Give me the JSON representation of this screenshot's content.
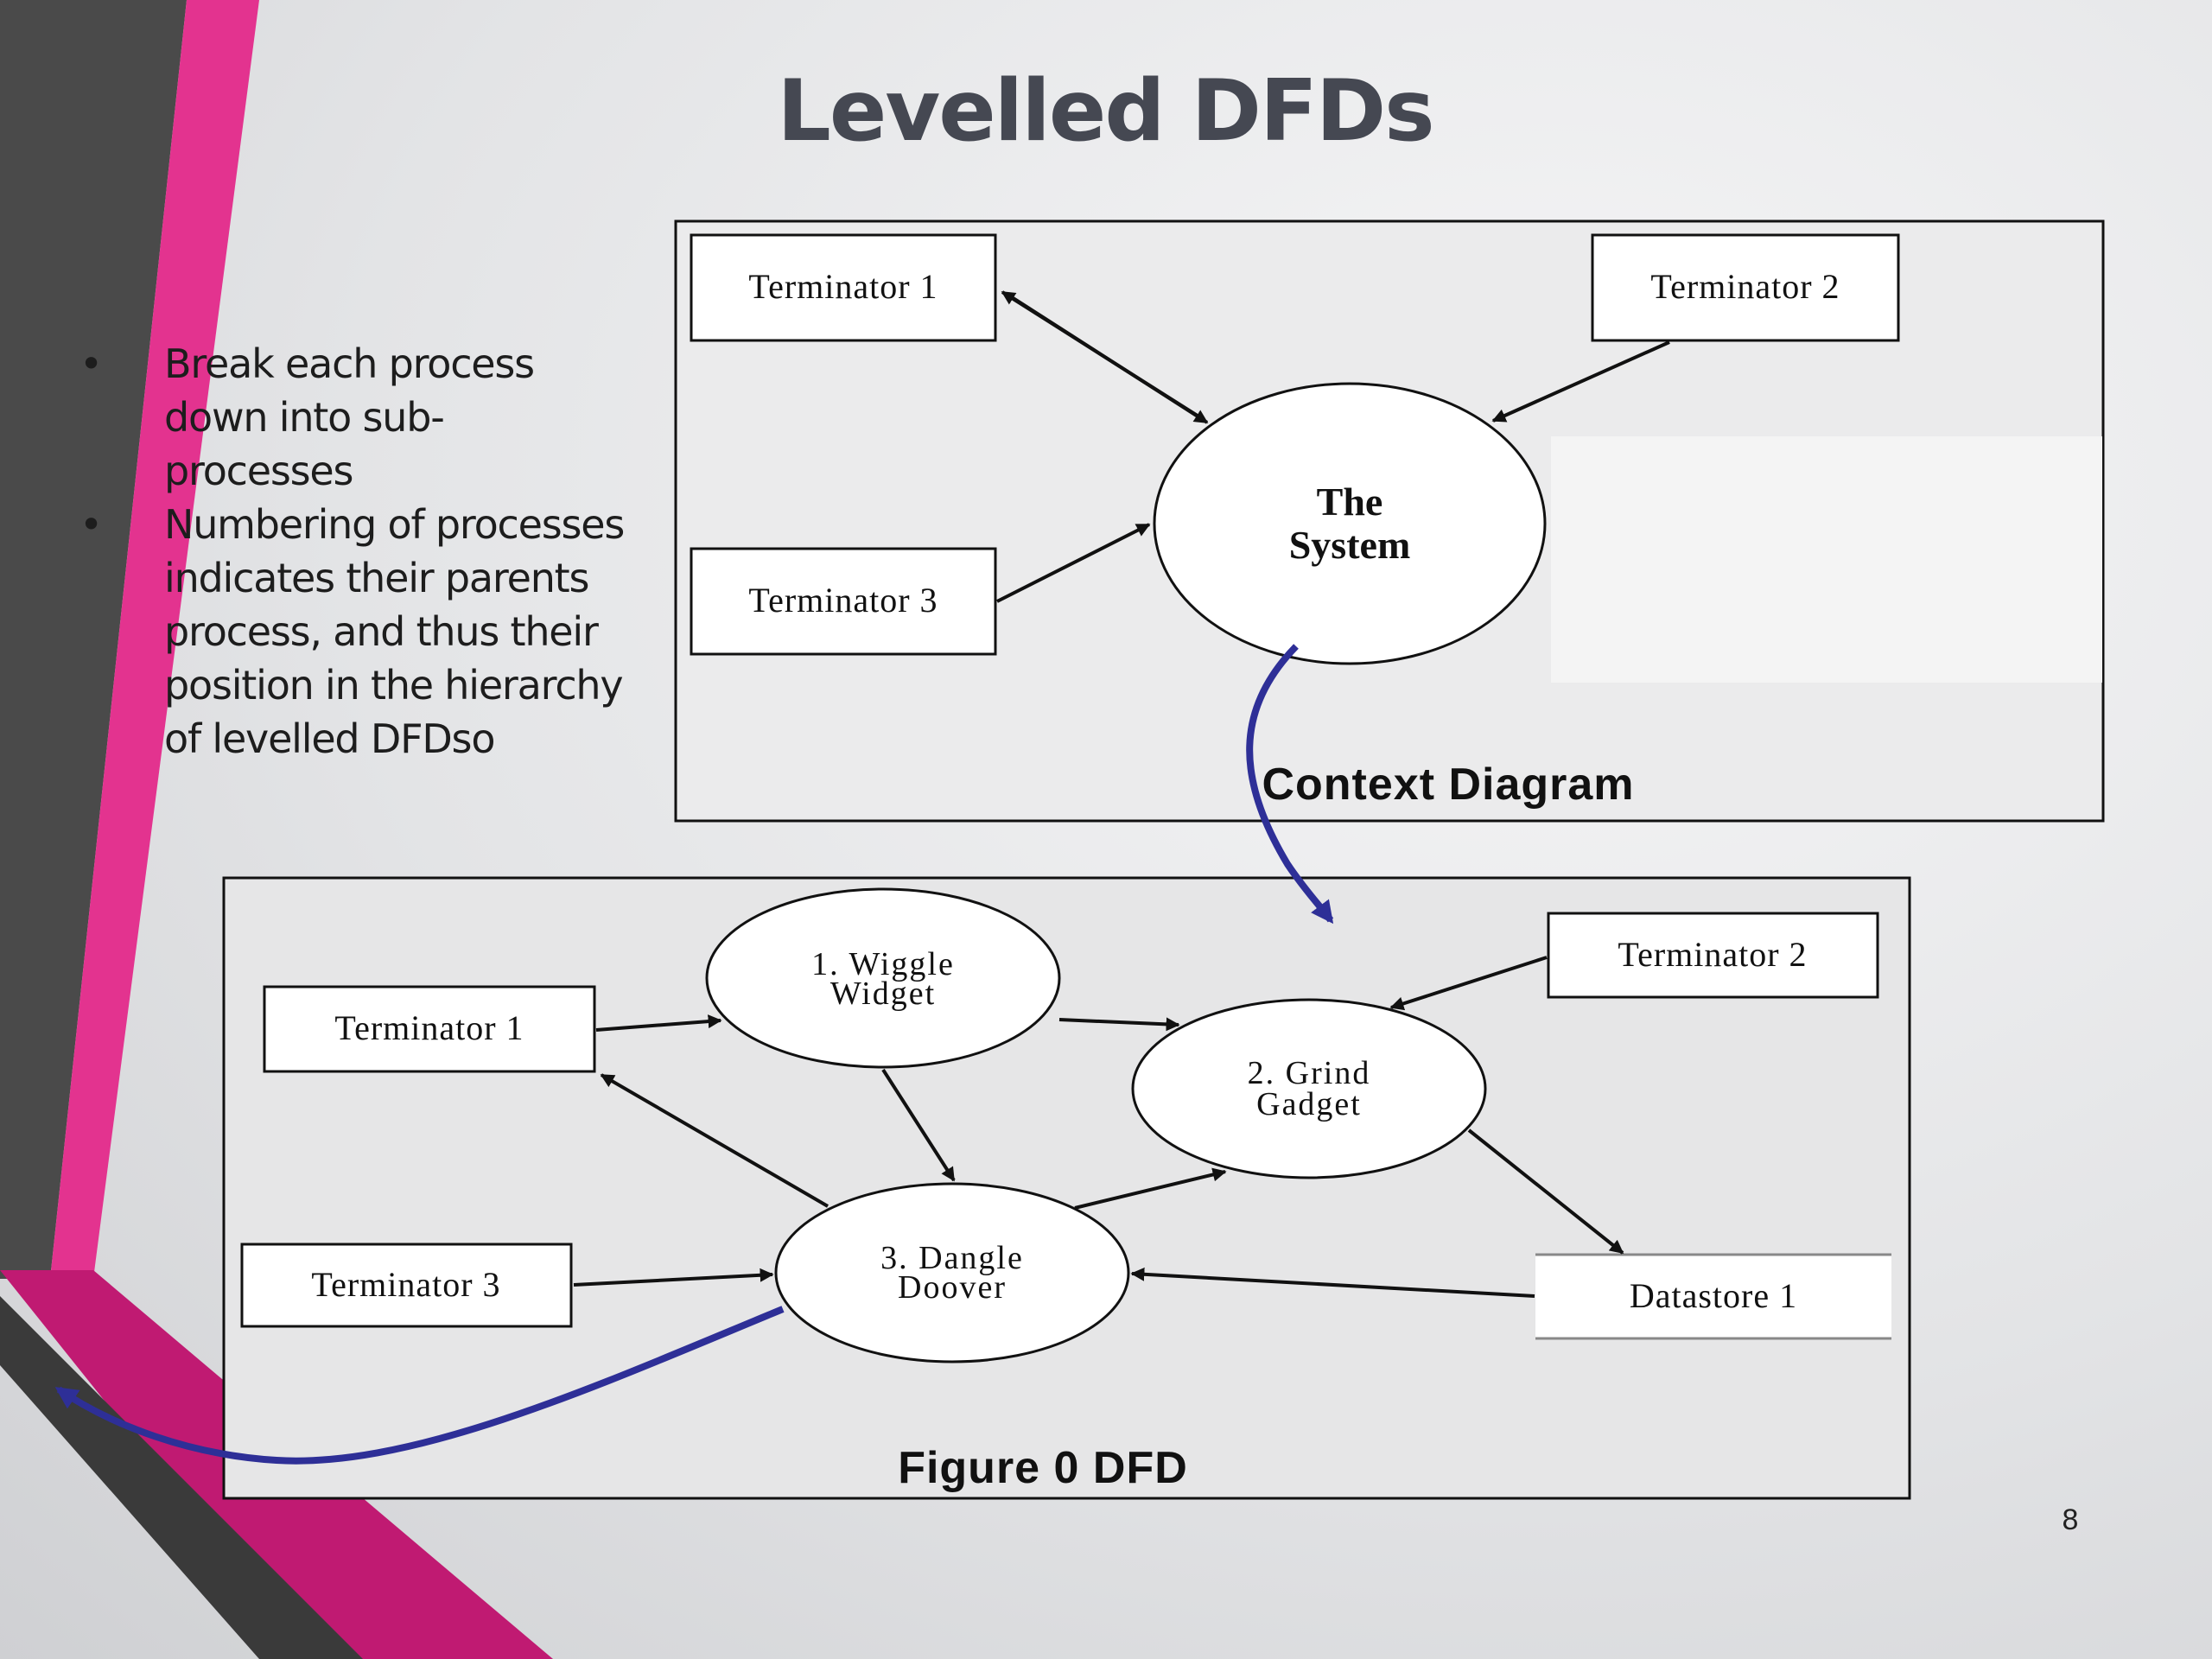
{
  "slide": {
    "title": "Levelled DFDs",
    "bullets": [
      {
        "lines": [
          "Break each process",
          "down into sub-",
          "processes"
        ]
      },
      {
        "lines": [
          "Numbering of processes",
          "indicates their parents",
          "process, and thus their",
          "position in the hierarchy",
          "of levelled DFDso"
        ]
      }
    ],
    "page_number": "8",
    "accent_colors": {
      "pink": "#e0338e",
      "magenta": "#b5176a",
      "dark_gray": "#3a3a3a",
      "title": "#454852",
      "arrow_blue": "#2e2f97"
    }
  },
  "context_diagram": {
    "caption": "Context Diagram",
    "terminators": [
      "Terminator 1",
      "Terminator 2",
      "Terminator 3"
    ],
    "process": {
      "line1": "The",
      "line2": "System"
    }
  },
  "figure0": {
    "caption": "Figure 0 DFD",
    "terminators": [
      "Terminator 1",
      "Terminator 2",
      "Terminator 3"
    ],
    "processes": [
      {
        "line1": "1. Wiggle",
        "line2": "Widget"
      },
      {
        "line1": "2. Grind",
        "line2": "Gadget"
      },
      {
        "line1": "3. Dangle",
        "line2": "Doover"
      }
    ],
    "datastore": "Datastore 1"
  }
}
